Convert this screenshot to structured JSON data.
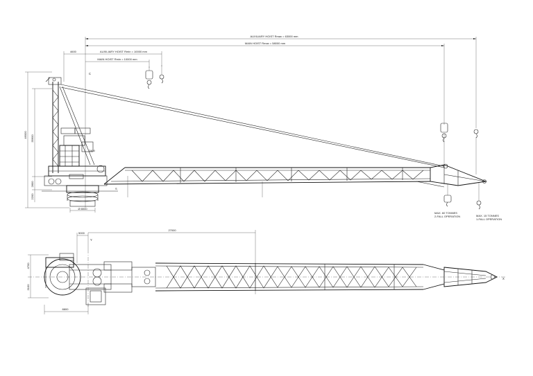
{
  "dimensions": {
    "aux_radius": "AUXILIARY HOIST Rmax = 63000 mm",
    "main_radius": "MAIN HOIST Rmax = 58000 mm",
    "aux_min": "AUXILIARY HOIST Rmin = 10000 mm",
    "main_min": "MAIN HOIST Rmin = 10000 mm",
    "offset_top": "4600",
    "left_height_1": "46000",
    "left_height_2": "35600",
    "left_height_3": "2800",
    "left_height_4": "2200",
    "base_width": "Ø 8000",
    "small_dim": "2400",
    "plan_offset": "5000",
    "plan_length": "27000",
    "plan_width": "8800",
    "plan_left_1": "4700",
    "plan_left_2": "3100"
  },
  "axis_labels": {
    "c": "C",
    "y": "Y",
    "x": "X",
    "s": "S"
  },
  "notes": {
    "main_line1": "MAX. 60 TONNES",
    "main_line2": "2-FALL OPERATION",
    "aux_line1": "MAX. 15 TONNES",
    "aux_line2": "1-FALL OPERATION"
  }
}
